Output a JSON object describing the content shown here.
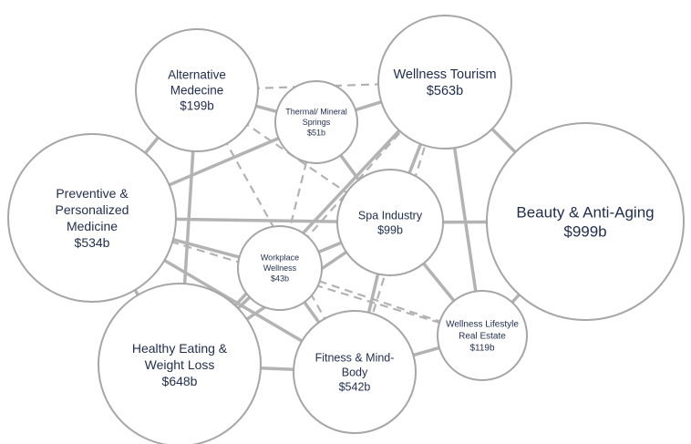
{
  "nodes": [
    {
      "id": "alt",
      "lines": [
        "Alternative",
        "Medecine",
        "$199b"
      ]
    },
    {
      "id": "thermal",
      "lines": [
        "Thermal/ Mineral",
        "Springs",
        "$51b"
      ]
    },
    {
      "id": "tourism",
      "lines": [
        "Wellness Tourism",
        "$563b"
      ]
    },
    {
      "id": "preventive",
      "lines": [
        "Preventive &",
        "Personalized",
        "Medicine",
        "$534b"
      ]
    },
    {
      "id": "spa",
      "lines": [
        "Spa Industry",
        "$99b"
      ]
    },
    {
      "id": "beauty",
      "lines": [
        "Beauty & Anti-Aging",
        "$999b"
      ]
    },
    {
      "id": "workplace",
      "lines": [
        "Workplace",
        "Wellness",
        "$43b"
      ]
    },
    {
      "id": "realestate",
      "lines": [
        "Wellness Lifestyle",
        "Real Estate",
        "$119b"
      ]
    },
    {
      "id": "eating",
      "lines": [
        "Healthy Eating &",
        "Weight Loss",
        "$648b"
      ]
    },
    {
      "id": "fitness",
      "lines": [
        "Fitness & Mind-",
        "Body",
        "$542b"
      ]
    }
  ],
  "links": [
    {
      "from": "alt",
      "to": "preventive",
      "style": "solid"
    },
    {
      "from": "alt",
      "to": "thermal",
      "style": "solid"
    },
    {
      "from": "alt",
      "to": "tourism",
      "style": "dashed"
    },
    {
      "from": "alt",
      "to": "spa",
      "style": "dashed"
    },
    {
      "from": "alt",
      "to": "eating",
      "style": "solid"
    },
    {
      "from": "alt",
      "to": "fitness",
      "style": "dashed"
    },
    {
      "from": "thermal",
      "to": "tourism",
      "style": "solid"
    },
    {
      "from": "thermal",
      "to": "spa",
      "style": "solid"
    },
    {
      "from": "thermal",
      "to": "preventive",
      "style": "solid"
    },
    {
      "from": "thermal",
      "to": "workplace",
      "style": "dashed"
    },
    {
      "from": "tourism",
      "to": "spa",
      "style": "solid"
    },
    {
      "from": "tourism",
      "to": "beauty",
      "style": "solid"
    },
    {
      "from": "tourism",
      "to": "realestate",
      "style": "solid"
    },
    {
      "from": "tourism",
      "to": "eating",
      "style": "solid"
    },
    {
      "from": "tourism",
      "to": "workplace",
      "style": "dashed"
    },
    {
      "from": "tourism",
      "to": "fitness",
      "style": "dashed"
    },
    {
      "from": "preventive",
      "to": "spa",
      "style": "solid"
    },
    {
      "from": "preventive",
      "to": "eating",
      "style": "solid"
    },
    {
      "from": "preventive",
      "to": "workplace",
      "style": "solid"
    },
    {
      "from": "preventive",
      "to": "fitness",
      "style": "solid"
    },
    {
      "from": "preventive",
      "to": "realestate",
      "style": "dashed"
    },
    {
      "from": "spa",
      "to": "beauty",
      "style": "solid"
    },
    {
      "from": "spa",
      "to": "workplace",
      "style": "solid"
    },
    {
      "from": "spa",
      "to": "fitness",
      "style": "solid"
    },
    {
      "from": "spa",
      "to": "realestate",
      "style": "solid"
    },
    {
      "from": "spa",
      "to": "eating",
      "style": "solid"
    },
    {
      "from": "workplace",
      "to": "eating",
      "style": "solid"
    },
    {
      "from": "workplace",
      "to": "fitness",
      "style": "solid"
    },
    {
      "from": "workplace",
      "to": "realestate",
      "style": "dashed"
    },
    {
      "from": "beauty",
      "to": "realestate",
      "style": "solid"
    },
    {
      "from": "eating",
      "to": "fitness",
      "style": "solid"
    },
    {
      "from": "fitness",
      "to": "realestate",
      "style": "solid"
    }
  ]
}
